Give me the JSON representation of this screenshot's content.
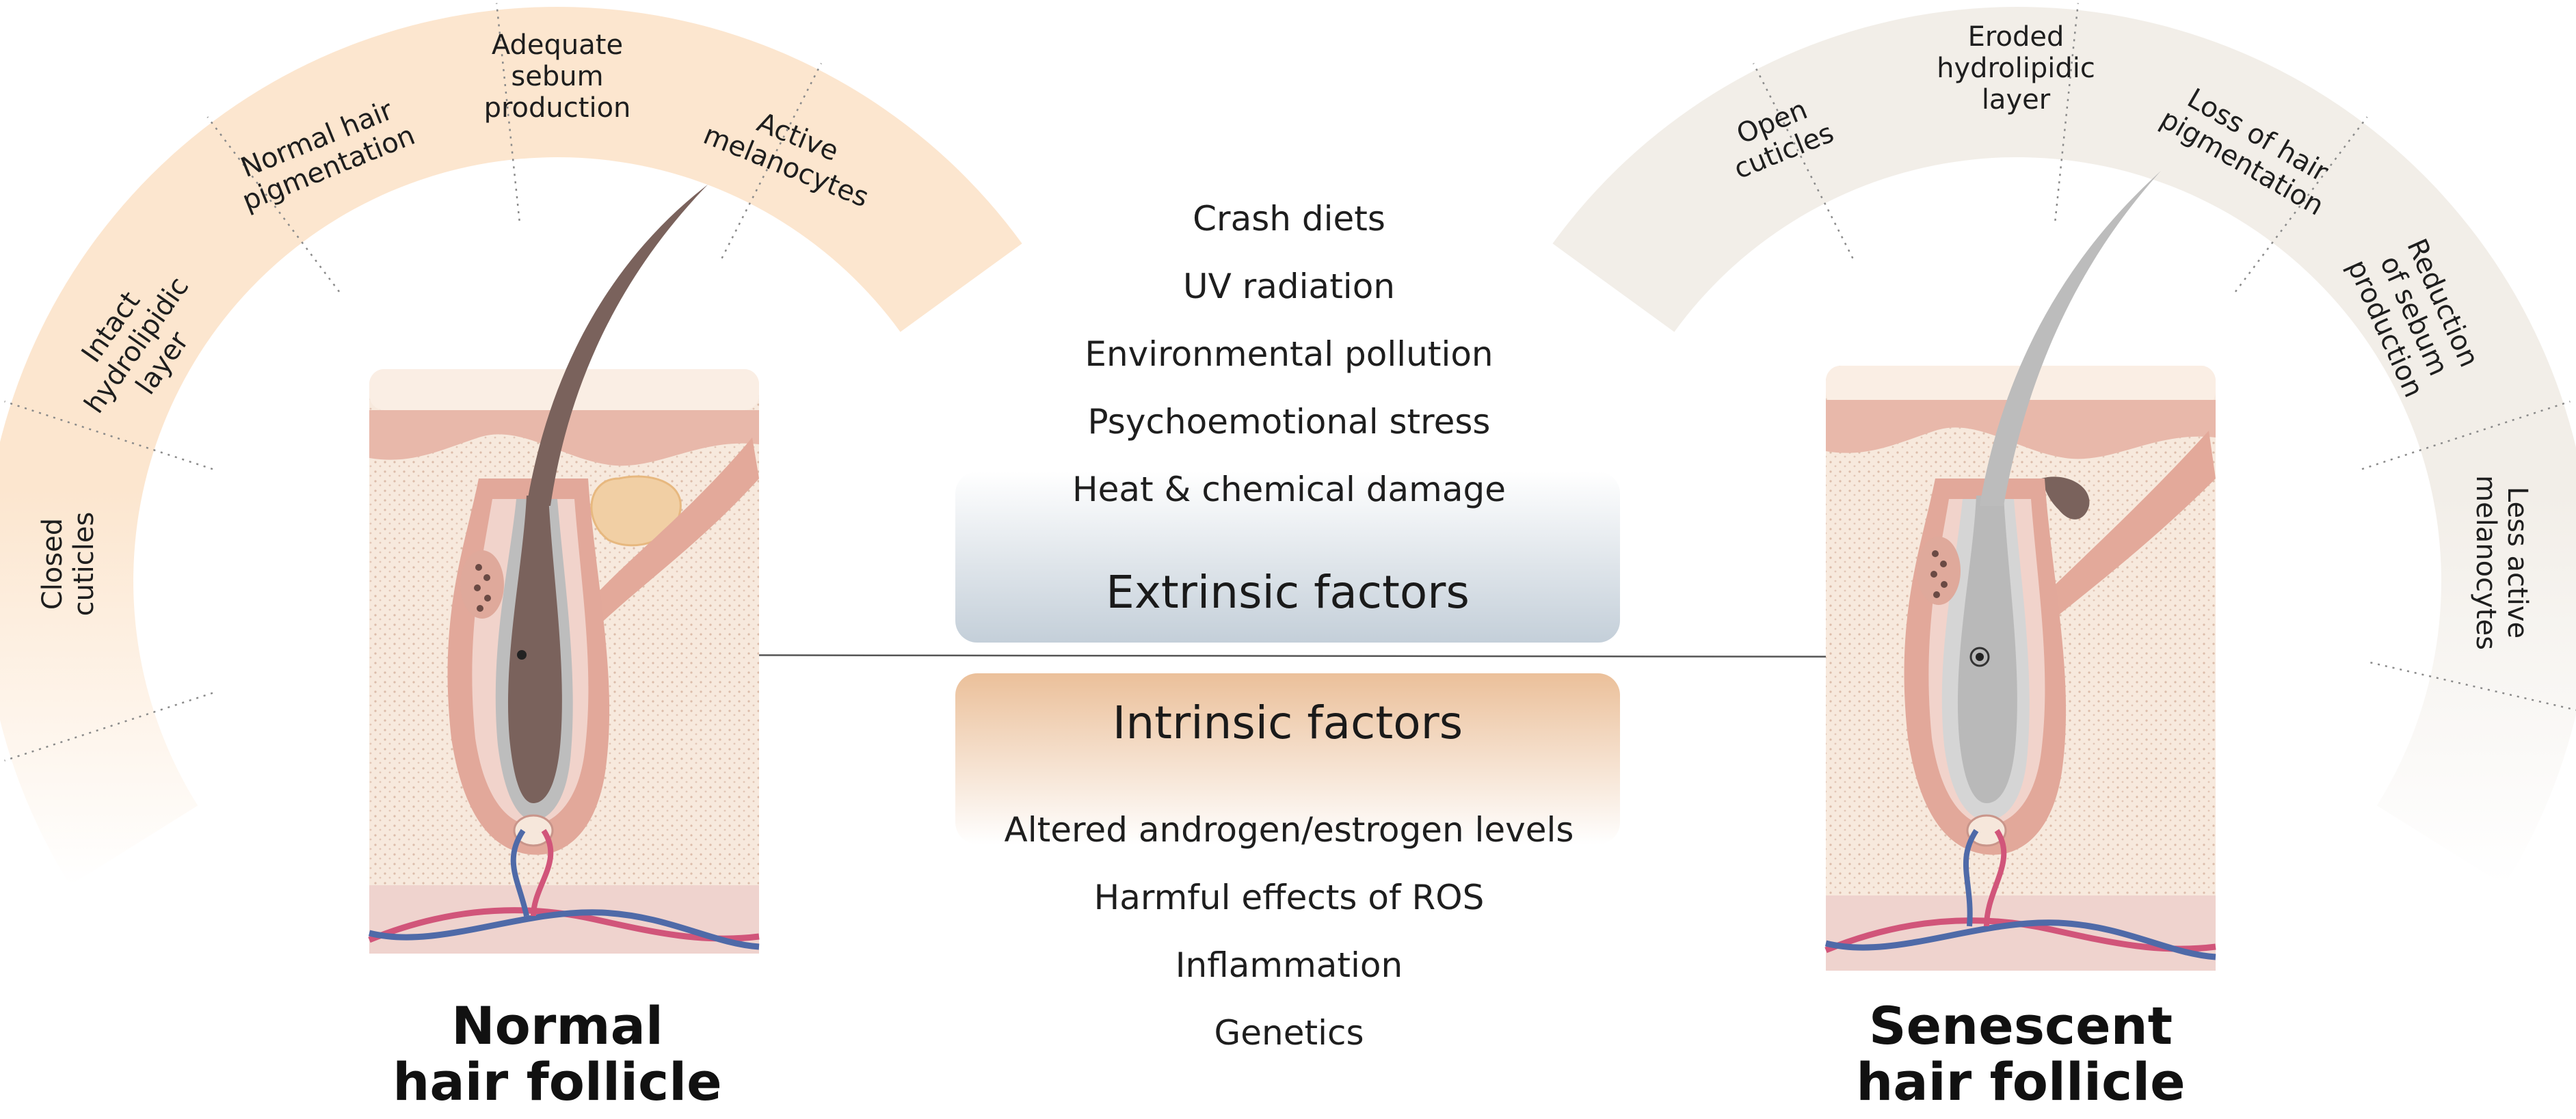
{
  "normal": {
    "title_line1": "Normal",
    "title_line2": "hair follicle",
    "segments": [
      "Closed\ncuticles",
      "Intact\nhydrolipidic\nlayer",
      "Normal hair\npigmentation",
      "Adequate\nsebum\nproduction",
      "Active\nmelanocytes"
    ]
  },
  "senescent": {
    "title_line1": "Senescent",
    "title_line2": "hair follicle",
    "segments": [
      "Open\ncuticles",
      "Eroded\nhydrolipidic\nlayer",
      "Loss of hair\npigmentation",
      "Reduction\nof sebum\nproduction",
      "Less active\nmelanocytes"
    ]
  },
  "extrinsic": {
    "title": "Extrinsic factors",
    "items": [
      "Crash diets",
      "UV radiation",
      "Environmental pollution",
      "Psychoemotional stress",
      "Heat & chemical damage"
    ]
  },
  "intrinsic": {
    "title": "Intrinsic factors",
    "items": [
      "Altered androgen/estrogen levels",
      "Harmful effects of ROS",
      "Inflammation",
      "Genetics"
    ]
  },
  "colors": {
    "normal_arc": "#fce7d0",
    "senescent_arc": "#f3efe9",
    "skin": "#f4ddcf",
    "dermis": "#f6e7db",
    "epidermis": "#e8b8aa",
    "hair_normal": "#7a625c",
    "hair_gray": "#b9b9b9",
    "sheath": "#e2a89a",
    "sebaceous": "#f1cfa4",
    "vein": "#4f6aa8",
    "artery": "#d1557a",
    "extrinsic_box": "#c9d3dc",
    "intrinsic_box": "#eec8a6"
  }
}
